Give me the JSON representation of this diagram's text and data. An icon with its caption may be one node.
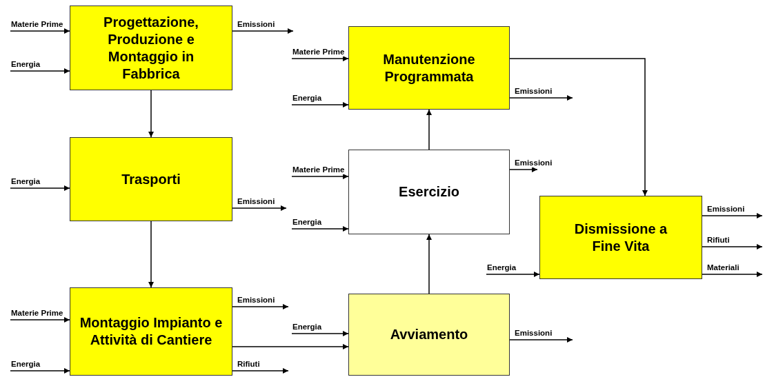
{
  "diagram": {
    "nodes": [
      {
        "text": [
          "Progettazione, Produzione e Montaggio in Fabbrica"
        ]
      },
      {
        "text": [
          "Trasporti"
        ]
      },
      {
        "text": [
          "Montaggio Impianto e Attività di Cantiere"
        ]
      },
      {
        "text": [
          "Manutenzione Programmata"
        ]
      },
      {
        "text": [
          "Esercizio"
        ]
      },
      {
        "text": [
          "Avviamento"
        ]
      },
      {
        "text": [
          "Dismissione a Fine Vita"
        ]
      }
    ],
    "edges": [
      {
        "from": 0,
        "to": 1,
        "arrow": "to"
      },
      {
        "from": 1,
        "to": 2,
        "arrow": "to"
      },
      {
        "from": 2,
        "to": 5,
        "arrow": "to"
      },
      {
        "from": 5,
        "to": 4,
        "arrow": "to"
      },
      {
        "from": 4,
        "to": 3,
        "arrow": "to"
      },
      {
        "from": 3,
        "to": 6,
        "arrow": "to"
      },
      {
        "from": null,
        "to": 0,
        "arrow": "to",
        "label": "Materie Prime"
      },
      {
        "from": null,
        "to": 0,
        "arrow": "to",
        "label": "Energia"
      },
      {
        "from": 0,
        "to": null,
        "arrow": "to",
        "label": "Emissioni"
      },
      {
        "from": null,
        "to": 1,
        "arrow": "to",
        "label": "Energia"
      },
      {
        "from": 1,
        "to": null,
        "arrow": "to",
        "label": "Emissioni"
      },
      {
        "from": null,
        "to": 2,
        "arrow": "to",
        "label": "Materie Prime"
      },
      {
        "from": null,
        "to": 2,
        "arrow": "to",
        "label": "Energia"
      },
      {
        "from": 2,
        "to": null,
        "arrow": "to",
        "label": "Emissioni"
      },
      {
        "from": 2,
        "to": null,
        "arrow": "to",
        "label": "Rifiuti"
      },
      {
        "from": null,
        "to": 3,
        "arrow": "to",
        "label": "Materie Prime"
      },
      {
        "from": null,
        "to": 3,
        "arrow": "to",
        "label": "Energia"
      },
      {
        "from": 3,
        "to": null,
        "arrow": "to",
        "label": "Emissioni"
      },
      {
        "from": null,
        "to": 4,
        "arrow": "to",
        "label": "Materie Prime"
      },
      {
        "from": null,
        "to": 4,
        "arrow": "to",
        "label": "Energia"
      },
      {
        "from": 4,
        "to": null,
        "arrow": "to",
        "label": "Emissioni"
      },
      {
        "from": null,
        "to": 5,
        "arrow": "to",
        "label": "Energia"
      },
      {
        "from": 5,
        "to": null,
        "arrow": "to",
        "label": "Emissioni"
      },
      {
        "from": null,
        "to": 6,
        "arrow": "to",
        "label": "Energia"
      },
      {
        "from": 6,
        "to": null,
        "arrow": "to",
        "label": "Emissioni"
      },
      {
        "from": 6,
        "to": null,
        "arrow": "to",
        "label": "Rifiuti"
      },
      {
        "from": 6,
        "to": null,
        "arrow": "to",
        "label": "Materiali"
      }
    ]
  }
}
